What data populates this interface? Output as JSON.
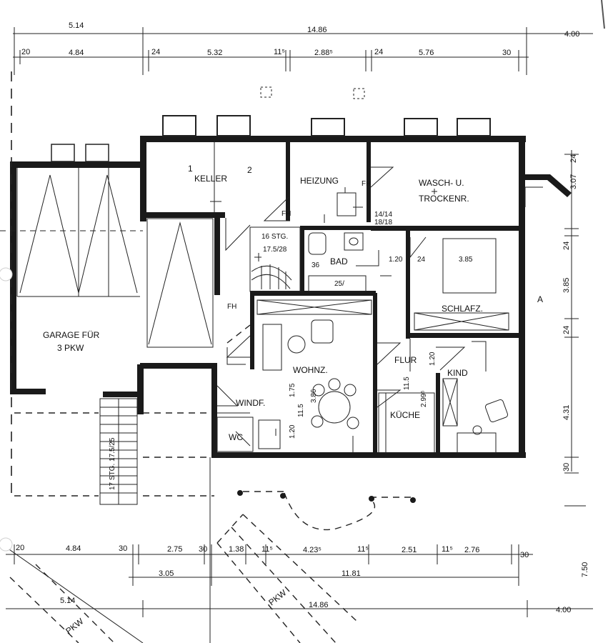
{
  "rooms": {
    "keller": "KELLER",
    "keller_num1": "1",
    "keller_num2": "2",
    "heizung": "HEIZUNG",
    "wasch_line1": "WASCH- U.",
    "wasch_line2": "TROCKENR.",
    "bad": "BAD",
    "schlafz": "SCHLAFZ.",
    "garage_line1": "GARAGE FÜR",
    "garage_line2": "3 PKW",
    "wohnz": "WOHNZ.",
    "flur": "FLUR",
    "kind": "KIND",
    "kueche": "KÜCHE",
    "windf": "WINDF.",
    "wc": "WC",
    "pkw": "PKW"
  },
  "labels": {
    "fh": "FH",
    "stair_upper_1": "16 STG.",
    "stair_upper_2": "17.5/28",
    "stair_lower": "17 STG. 17.5/25",
    "door_14": "14/14",
    "door_18": "18/18",
    "north": "A"
  },
  "dims_top": {
    "row1": [
      "5.14",
      "14.86",
      "4.00"
    ],
    "row2": [
      "20",
      "4.84",
      "24",
      "5.32",
      "11⁵",
      "2.88⁵",
      "24",
      "5.76",
      "30"
    ]
  },
  "dims_right": [
    "3.07",
    "24",
    "24",
    "3.85",
    "24",
    "4.31",
    "30",
    "7.50"
  ],
  "dims_bottom": {
    "row1": [
      "20",
      "4.84",
      "30",
      "2.75",
      "30",
      "1.38",
      "11⁵",
      "4.23⁵",
      "11⁵",
      "2.51",
      "11⁵",
      "2.76",
      "30"
    ],
    "row2": [
      "3.05",
      "11.81"
    ],
    "row3": [
      "5.14",
      "14.86",
      "4.00"
    ]
  },
  "dims_inner": {
    "bad_w": "1.20",
    "bad_24": "24",
    "schlafz_w": "3.85",
    "wohnz_h": "3.86",
    "wohnz_175": "1.75",
    "wohnz_120": "1.20",
    "wohnz_115": "11.5",
    "flur_120": "1.20",
    "kueche_299": "2.99⁵",
    "kueche_115": "11.5",
    "bad_36": "36",
    "bad_25": "25/"
  }
}
